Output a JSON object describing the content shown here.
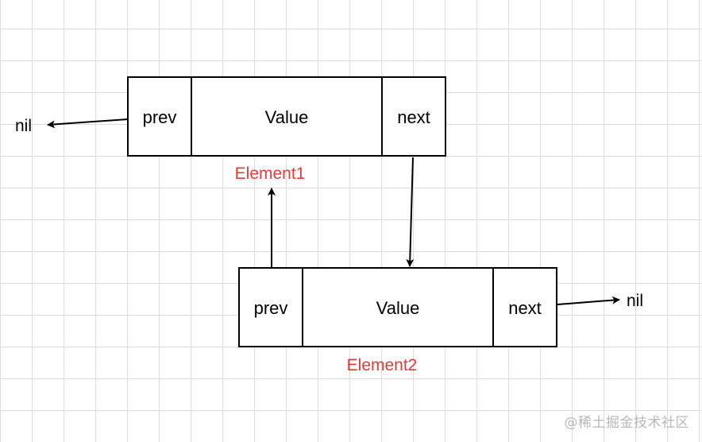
{
  "colors": {
    "label": "#e53935",
    "stroke": "#000000",
    "watermark": "#b8b8b8"
  },
  "element1": {
    "prev": "prev",
    "value": "Value",
    "next": "next",
    "label": "Element1"
  },
  "element2": {
    "prev": "prev",
    "value": "Value",
    "next": "next",
    "label": "Element2"
  },
  "nil_left": "nil",
  "nil_right": "nil",
  "watermark": "@稀土掘金技术社区"
}
